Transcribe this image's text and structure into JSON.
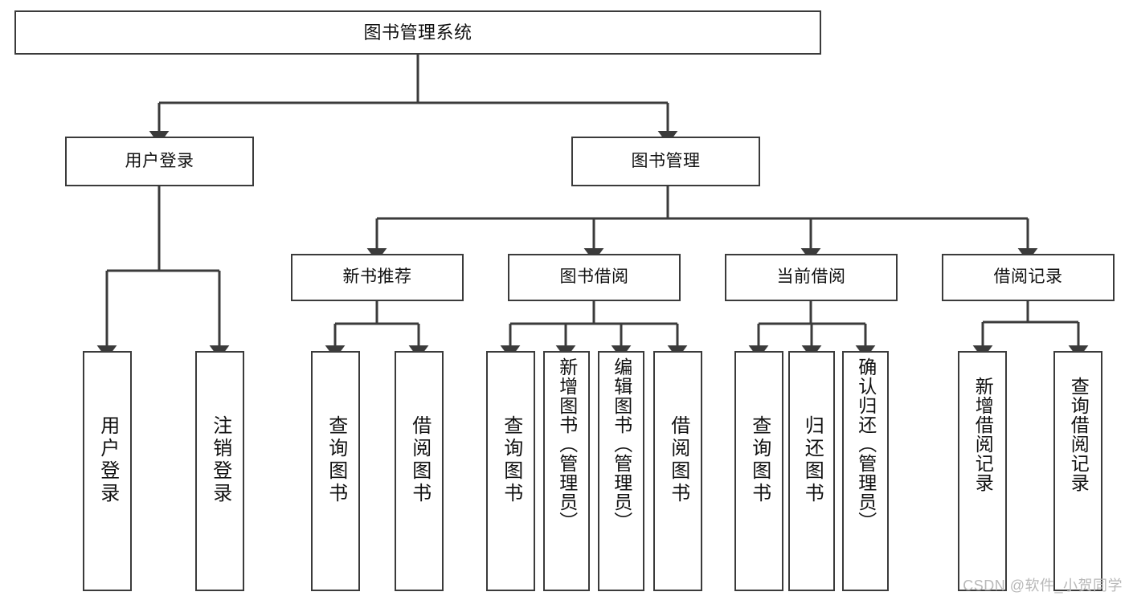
{
  "diagram": {
    "title": "图书管理系统",
    "type": "tree",
    "root": {
      "id": "root",
      "label": "图书管理系统"
    },
    "level2": [
      {
        "id": "user-login",
        "label": "用户登录"
      },
      {
        "id": "book-manage",
        "label": "图书管理"
      }
    ],
    "level3": [
      {
        "id": "new-book-recommend",
        "label": "新书推荐",
        "parent": "book-manage"
      },
      {
        "id": "book-borrow",
        "label": "图书借阅",
        "parent": "book-manage"
      },
      {
        "id": "current-borrow",
        "label": "当前借阅",
        "parent": "book-manage"
      },
      {
        "id": "borrow-record",
        "label": "借阅记录",
        "parent": "book-manage"
      }
    ],
    "leaves": [
      {
        "id": "leaf-user-login",
        "label": "用户登录",
        "parent": "user-login"
      },
      {
        "id": "leaf-logout",
        "label": "注销登录",
        "parent": "user-login"
      },
      {
        "id": "leaf-query-book-1",
        "label": "查询图书",
        "parent": "new-book-recommend"
      },
      {
        "id": "leaf-borrow-book-1",
        "label": "借阅图书",
        "parent": "new-book-recommend"
      },
      {
        "id": "leaf-query-book-2",
        "label": "查询图书",
        "parent": "book-borrow"
      },
      {
        "id": "leaf-add-book",
        "label": "新增图书（管理员）",
        "parent": "book-borrow"
      },
      {
        "id": "leaf-edit-book",
        "label": "编辑图书（管理员）",
        "parent": "book-borrow"
      },
      {
        "id": "leaf-borrow-book-2",
        "label": "借阅图书",
        "parent": "book-borrow"
      },
      {
        "id": "leaf-query-book-3",
        "label": "查询图书",
        "parent": "current-borrow"
      },
      {
        "id": "leaf-return-book",
        "label": "归还图书",
        "parent": "current-borrow"
      },
      {
        "id": "leaf-confirm-return",
        "label": "确认归还（管理员）",
        "parent": "current-borrow"
      },
      {
        "id": "leaf-add-record",
        "label": "新增借阅记录",
        "parent": "borrow-record"
      },
      {
        "id": "leaf-query-record",
        "label": "查询借阅记录",
        "parent": "borrow-record"
      }
    ],
    "watermark": "CSDN @软件_小贺同学",
    "colors": {
      "stroke": "#3b3b3b",
      "fill": "#ffffff",
      "text": "#111111",
      "watermark": "#b8b8b8"
    }
  }
}
